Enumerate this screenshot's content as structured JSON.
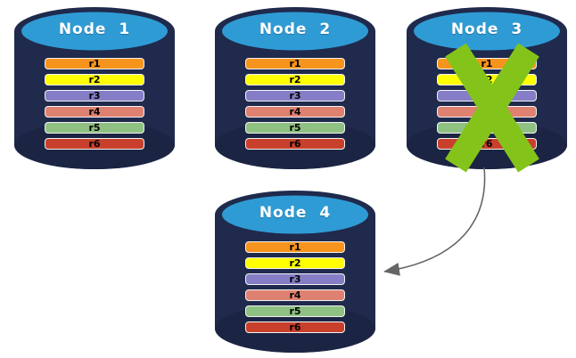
{
  "diagram": {
    "description": "Database replication failover diagram",
    "colors": {
      "cylinder_body": "#1F2A4C",
      "cylinder_top": "#2F9BD5",
      "cylinder_bottom_shade": "#1B2543",
      "failure_x": "#84C41A",
      "arrow": "#666666",
      "background": "#ffffff"
    },
    "nodes": [
      {
        "id": "node-1",
        "label": "Node 1",
        "failed": false,
        "replicas": [
          {
            "label": "r1",
            "color": "#F7941D"
          },
          {
            "label": "r2",
            "color": "#FFFF00"
          },
          {
            "label": "r3",
            "color": "#857EC6"
          },
          {
            "label": "r4",
            "color": "#DF8170"
          },
          {
            "label": "r5",
            "color": "#8FC183"
          },
          {
            "label": "r6",
            "color": "#C8402B"
          }
        ]
      },
      {
        "id": "node-2",
        "label": "Node 2",
        "failed": false,
        "replicas": [
          {
            "label": "r1",
            "color": "#F7941D"
          },
          {
            "label": "r2",
            "color": "#FFFF00"
          },
          {
            "label": "r3",
            "color": "#857EC6"
          },
          {
            "label": "r4",
            "color": "#DF8170"
          },
          {
            "label": "r5",
            "color": "#8FC183"
          },
          {
            "label": "r6",
            "color": "#C8402B"
          }
        ]
      },
      {
        "id": "node-3",
        "label": "Node 3",
        "failed": true,
        "replicas": [
          {
            "label": "r1",
            "color": "#F7941D"
          },
          {
            "label": "r2",
            "color": "#FFFF00"
          },
          {
            "label": "r3",
            "color": "#857EC6"
          },
          {
            "label": "r4",
            "color": "#DF8170"
          },
          {
            "label": "r5",
            "color": "#8FC183"
          },
          {
            "label": "r6",
            "color": "#C8402B"
          }
        ]
      },
      {
        "id": "node-4",
        "label": "Node 4",
        "failed": false,
        "replicas": [
          {
            "label": "r1",
            "color": "#F7941D"
          },
          {
            "label": "r2",
            "color": "#FFFF00"
          },
          {
            "label": "r3",
            "color": "#857EC6"
          },
          {
            "label": "r4",
            "color": "#DF8170"
          },
          {
            "label": "r5",
            "color": "#8FC183"
          },
          {
            "label": "r6",
            "color": "#C8402B"
          }
        ]
      }
    ],
    "failure_mark": {
      "node": "Node 3",
      "symbol": "X",
      "color": "#84C41A"
    },
    "arrow": {
      "from": "Node 3",
      "to": "Node 4",
      "color": "#666666"
    }
  }
}
